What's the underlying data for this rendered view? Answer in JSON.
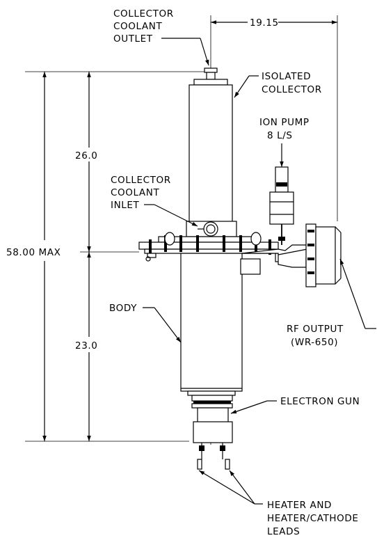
{
  "labels": {
    "collector_outlet": [
      "COLLECTOR",
      "COOLANT",
      "OUTLET"
    ],
    "isolated_collector": [
      "ISOLATED",
      "COLLECTOR"
    ],
    "ion_pump": [
      "ION PUMP",
      "8 L/S"
    ],
    "collector_inlet": [
      "COLLECTOR",
      "COOLANT",
      "INLET"
    ],
    "body": "BODY",
    "rf_output": [
      "RF OUTPUT",
      "(WR-650)"
    ],
    "electron_gun": "ELECTRON GUN",
    "heater_leads": [
      "HEATER AND",
      "HEATER/CATHODE",
      "LEADS"
    ]
  },
  "dimensions": {
    "overall_height": "58.00 MAX",
    "collector_height": "26.0",
    "body_height": "23.0",
    "rf_offset": "19.15"
  }
}
